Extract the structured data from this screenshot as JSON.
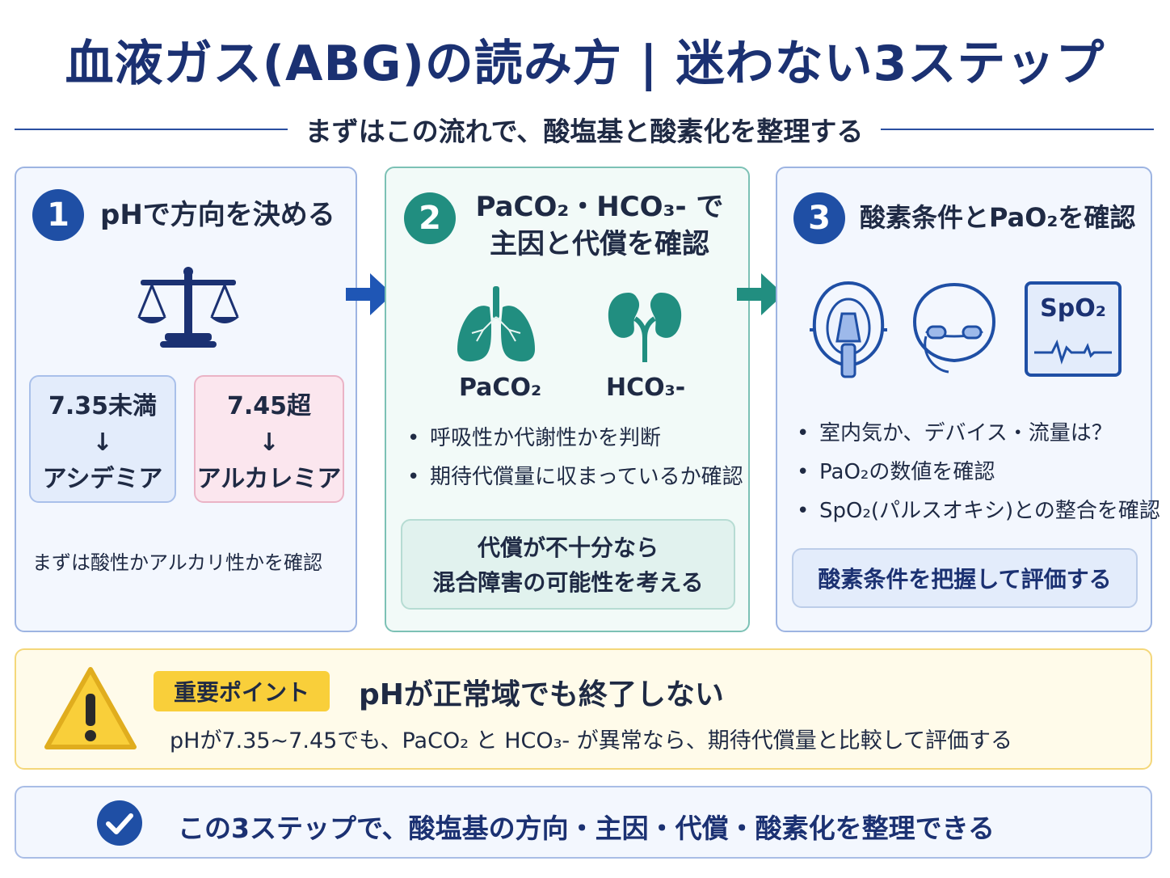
{
  "title": "血液ガス(ABG)の読み方 | 迷わない3ステップ",
  "subtitle": "まずはこの流れで、酸塩基と酸素化を整理する",
  "step1": {
    "number": "1",
    "heading": "pHで方向を決める",
    "icon": "balance-scale-icon",
    "left_box": {
      "value": "7.35未満",
      "arrow": "↓",
      "label": "アシデミア"
    },
    "right_box": {
      "value": "7.45超",
      "arrow": "↓",
      "label": "アルカレミア"
    },
    "note": "まずは酸性かアルカリ性かを確認"
  },
  "step2": {
    "number": "2",
    "heading_line1": "PaCO₂・HCO₃- で",
    "heading_line2": "主因と代償を確認",
    "icons": [
      {
        "icon": "lungs-icon",
        "label": "PaCO₂"
      },
      {
        "icon": "kidneys-icon",
        "label": "HCO₃-"
      }
    ],
    "bullets": [
      "呼吸性か代謝性かを判断",
      "期待代償量に収まっているか確認"
    ],
    "callout_line1": "代償が不十分なら",
    "callout_line2": "混合障害の可能性を考える"
  },
  "step3": {
    "number": "3",
    "heading": "酸素条件とPaO₂を確認",
    "icons": [
      "oxygen-mask-icon",
      "nasal-cannula-icon",
      "spo2-monitor-icon"
    ],
    "monitor_label": "SpO₂",
    "bullets": [
      "室内気か、デバイス・流量は？",
      "PaO₂の数値を確認",
      "SpO₂(パルスオキシ)との整合を確認"
    ],
    "callout": "酸素条件を把握して評価する"
  },
  "important": {
    "badge": "重要ポイント",
    "heading": "pHが正常域でも終了しない",
    "text": "pHが7.35~7.45でも、PaCO₂ と HCO₃- が異常なら、期待代償量と比較して評価する"
  },
  "summary": "この3ステップで、酸塩基の方向・主因・代償・酸素化を整理できる",
  "colors": {
    "navy": "#1b3172",
    "blue": "#1f4fa5",
    "teal": "#218e80",
    "yellow": "#f9cf3a"
  }
}
